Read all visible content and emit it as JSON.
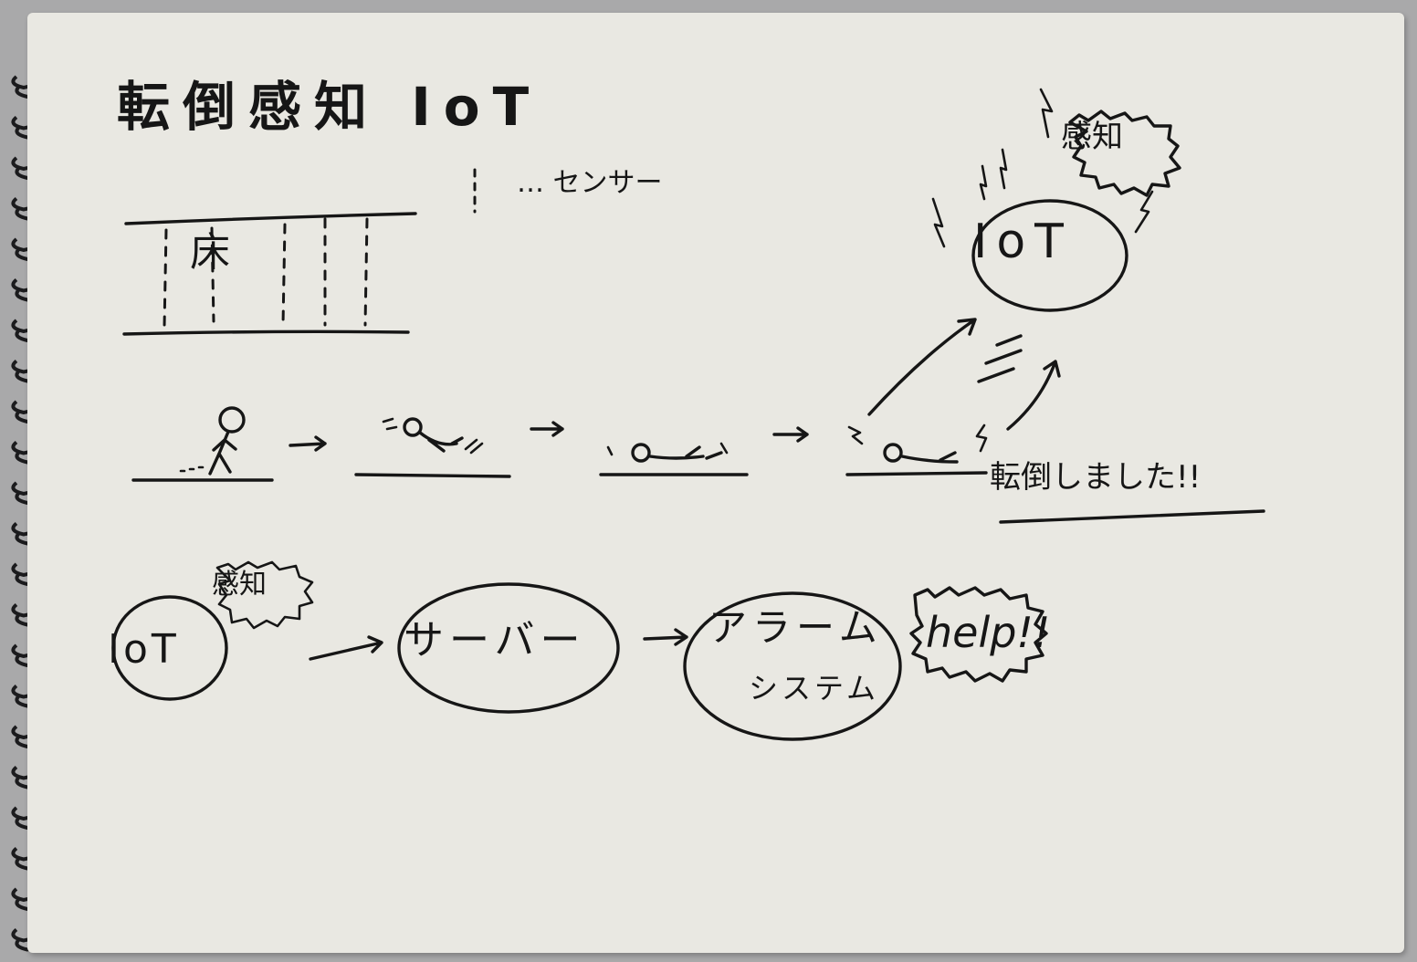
{
  "title": "転倒感知 IoT",
  "legend": {
    "sensor_label": "… センサー"
  },
  "floor": {
    "label": "床"
  },
  "top_right": {
    "device": "IoT",
    "burst": "感知",
    "message": "転倒しました!!"
  },
  "flow": {
    "device": "IoT",
    "burst": "感知",
    "server": "サーバー",
    "alarm_line1": "アラーム",
    "alarm_line2": "システム",
    "help": "help!!"
  }
}
